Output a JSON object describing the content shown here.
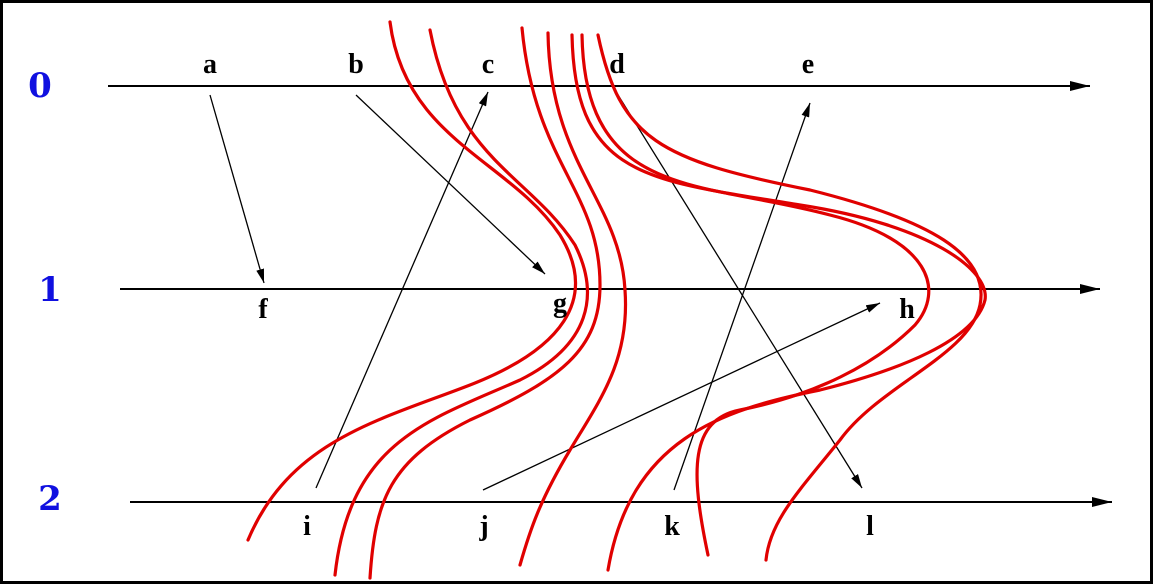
{
  "colors": {
    "process_label": "#1010e0",
    "timeline": "#000000",
    "message": "#000000",
    "cut": "#e00000"
  },
  "processes": [
    {
      "id": "p0",
      "label": "0"
    },
    {
      "id": "p1",
      "label": "1"
    },
    {
      "id": "p2",
      "label": "2"
    }
  ],
  "events": [
    {
      "id": "a",
      "label": "a"
    },
    {
      "id": "b",
      "label": "b"
    },
    {
      "id": "c",
      "label": "c"
    },
    {
      "id": "d",
      "label": "d"
    },
    {
      "id": "e",
      "label": "e"
    },
    {
      "id": "f",
      "label": "f"
    },
    {
      "id": "g",
      "label": "g"
    },
    {
      "id": "h",
      "label": "h"
    },
    {
      "id": "i",
      "label": "i"
    },
    {
      "id": "j",
      "label": "j"
    },
    {
      "id": "k",
      "label": "k"
    },
    {
      "id": "l",
      "label": "l"
    }
  ],
  "messages": [
    {
      "from": "a",
      "to": "f"
    },
    {
      "from": "b",
      "to": "g"
    },
    {
      "from": "d",
      "to": "l"
    },
    {
      "from": "i",
      "to": "c"
    },
    {
      "from": "j",
      "to": "h"
    },
    {
      "from": "k",
      "to": "e"
    }
  ],
  "cuts_count": 7
}
